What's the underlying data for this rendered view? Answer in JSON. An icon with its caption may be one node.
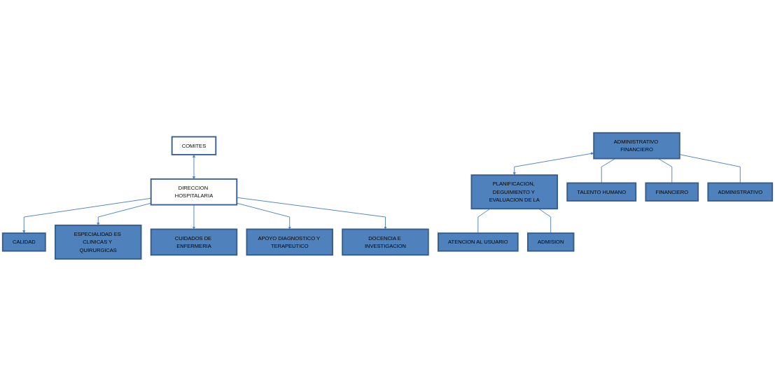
{
  "diagram": {
    "nodes": [
      {
        "text": [
          "COMITES"
        ]
      },
      {
        "text": [
          "DIRECCION HOSPITALARIA"
        ]
      },
      {
        "text": [
          "CALIDAD"
        ]
      },
      {
        "text": [
          "ADMINISTRATIVO FINANCIERO"
        ]
      },
      {
        "text": [
          "PLANIFICACION, DEGUIMIENTO Y EVALUACION DE LA"
        ]
      },
      {
        "text": [
          "TALENTO HUMANO"
        ]
      },
      {
        "text": [
          "FINANCIERO"
        ]
      },
      {
        "text": [
          "ADMINISTRATIVO"
        ]
      },
      {
        "text": [
          "ATENCION AL USUARIO"
        ]
      },
      {
        "text": [
          "ADMISION"
        ]
      },
      {
        "text": [
          "ESPECIALIDAD ES CLINICAS Y QUIRURGICAS"
        ]
      },
      {
        "text": [
          "CUIDADOS DE ENFERMERIA"
        ]
      },
      {
        "text": [
          "APOYO DIAGNOSTICO Y TERAPEUTICO"
        ]
      },
      {
        "text": [
          "DOCENCIA E INVESTIGACION"
        ]
      }
    ],
    "edges": [
      {
        "from": 0,
        "to": 1,
        "arrow": "both"
      },
      {
        "from": 1,
        "to": 2,
        "arrow": "to"
      },
      {
        "from": 3,
        "to": 4,
        "arrow": "both"
      },
      {
        "from": 3,
        "to": 5,
        "arrow": "none"
      },
      {
        "from": 3,
        "to": 6,
        "arrow": "none"
      },
      {
        "from": 3,
        "to": 7,
        "arrow": "none"
      },
      {
        "from": 4,
        "to": 8,
        "arrow": "none"
      },
      {
        "from": 4,
        "to": 9,
        "arrow": "none"
      },
      {
        "from": 1,
        "to": 10,
        "arrow": "to"
      },
      {
        "from": 1,
        "to": 11,
        "arrow": "to"
      },
      {
        "from": 1,
        "to": 12,
        "arrow": "to"
      },
      {
        "from": 1,
        "to": 13,
        "arrow": "to"
      }
    ]
  }
}
